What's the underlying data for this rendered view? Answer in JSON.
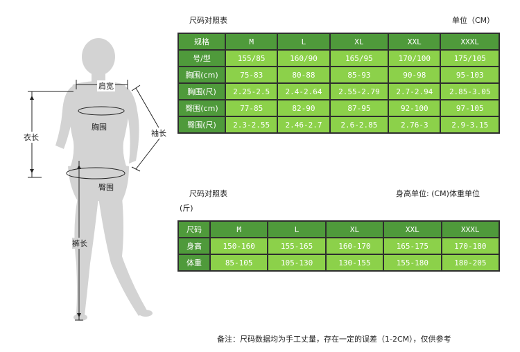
{
  "figure": {
    "labels": {
      "shoulder": "肩宽",
      "chest": "胸围",
      "sleeve": "袖长",
      "length": "衣长",
      "hip": "臀围",
      "pants": "裤长"
    }
  },
  "table1": {
    "title": "尺码对照表",
    "unit": "单位（CM）",
    "headers": [
      "规格",
      "M",
      "L",
      "XL",
      "XXL",
      "XXXL"
    ],
    "rows": [
      {
        "label": "号/型",
        "values": [
          "155/85",
          "160/90",
          "165/95",
          "170/100",
          "175/105"
        ]
      },
      {
        "label": "胸围(cm)",
        "values": [
          "75-83",
          "80-88",
          "85-93",
          "90-98",
          "95-103"
        ]
      },
      {
        "label": "胸围(尺)",
        "values": [
          "2.25-2.5",
          "2.4-2.64",
          "2.55-2.79",
          "2.7-2.94",
          "2.85-3.05"
        ]
      },
      {
        "label": "臀围(cm)",
        "values": [
          "77-85",
          "82-90",
          "87-95",
          "92-100",
          "97-105"
        ]
      },
      {
        "label": "臀围(尺)",
        "values": [
          "2.3-2.55",
          "2.46-2.7",
          "2.6-2.85",
          "2.76-3",
          "2.9-3.15"
        ]
      }
    ]
  },
  "table2": {
    "title": "尺码对照表",
    "title_suffix": "(斤)",
    "unit": "身高单位:  (CM)体重单位",
    "headers": [
      "尺码",
      "M",
      "L",
      "XL",
      "XXL",
      "XXXL"
    ],
    "rows": [
      {
        "label": "身高",
        "values": [
          "150-160",
          "155-165",
          "160-170",
          "165-175",
          "170-180"
        ]
      },
      {
        "label": "体重",
        "values": [
          "85-105",
          "105-130",
          "130-155",
          "155-180",
          "180-205"
        ]
      }
    ]
  },
  "note": "备注：尺码数据均为手工丈量，存在一定的误差（1-2CM），仅供参考"
}
